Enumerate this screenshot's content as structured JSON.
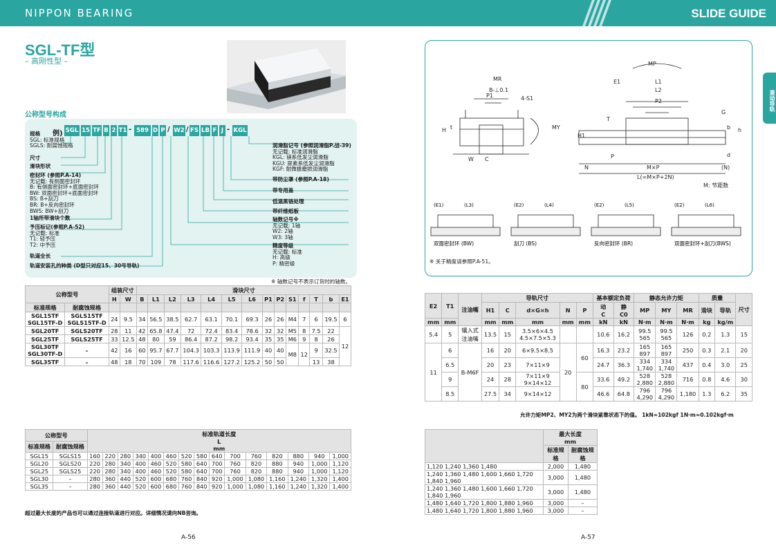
{
  "header": {
    "brand": "NIPPON BEARING",
    "section": "SLIDE GUIDE",
    "side_tab": "滚动导轨"
  },
  "page_title": "SGL-TF型",
  "page_subtitle": "– 高刚性型 –",
  "code_section": {
    "title": "公称型号构成",
    "prefix": "例)",
    "segments": [
      "SGL",
      "15",
      "TF",
      "B",
      "2",
      "T1",
      "589",
      "D",
      "P",
      "W2",
      "FS",
      "LB",
      "F",
      "J",
      "KGL"
    ],
    "separators": [
      "-",
      "/",
      "/",
      "-"
    ],
    "left_labels": [
      "规格\nSGL: 标准规格\nSGLS: 耐腐蚀规格",
      "尺寸",
      "滑块形状",
      "密封环 (参照P.A-14)\n无记载: 有侧面密封环\nB: 有侧面密封环+底面密封环\nBW: 双面密封环+底面密封环\nBS: B+刮刀\nBR: B+反向密封环\nBWS: BW+刮刀",
      "1轴所带滑块个数",
      "予压标记(参照P.A-52)\n无记载: 标准\nT1: 轻予压\nT2: 中予压",
      "轨道全长",
      "轨道安装孔的种类 (D型只对应15、30号导轨)"
    ],
    "right_labels": [
      "润滑脂记号 (参照润滑脂P.战-39)\n无记载: 标准润滑脂\nKGL: 镁系低发尘润滑脂\nKGU: 尿素系低发尘润滑脂\nKGF: 耐微振磨损润滑脂",
      "带防尘罩 (参照P.A-18)",
      "带专用盖",
      "低温黑铬处理",
      "带纤维纸板",
      "轴数记号※\n无记载: 1轴\nW2: 2轴\nW3: 3轴",
      "精度等级\n无记载: 标准\nH: 高级\nP: 精密级"
    ],
    "footnote": "※ 轴数记号不表示订货时的轴数。"
  },
  "table1": {
    "h_model": "公称型号",
    "h_std": "标准规格",
    "h_cor": "耐腐蚀规格",
    "h_asm": "组装尺寸",
    "h_block": "滑块尺寸",
    "cols": [
      "H",
      "W",
      "B",
      "L1",
      "L2",
      "L3",
      "L4",
      "L5",
      "L6",
      "P1",
      "P2",
      "S1",
      "f",
      "T",
      "b",
      "E1"
    ],
    "rows": [
      [
        "SGL15TF\nSGL15TF-D",
        "SGLS15TF\nSGLS15TF-D",
        "24",
        "9.5",
        "34",
        "56.5",
        "38.5",
        "62.7",
        "63.1",
        "70.1",
        "69.3",
        "26",
        "26",
        "M4",
        "7",
        "6",
        "19.5",
        "6"
      ],
      [
        "SGL20TF",
        "SGLS20TF",
        "28",
        "11",
        "42",
        "65.8",
        "47.4",
        "72",
        "72.4",
        "83.4",
        "78.6",
        "32",
        "32",
        "M5",
        "8",
        "7.5",
        "22",
        ""
      ],
      [
        "SGL25TF",
        "SGLS25TF",
        "33",
        "12.5",
        "48",
        "80",
        "59",
        "86.4",
        "87.2",
        "98.2",
        "93.4",
        "35",
        "35",
        "M6",
        "9",
        "8",
        "26",
        "12"
      ],
      [
        "SGL30TF\nSGL30TF-D",
        "–",
        "42",
        "16",
        "60",
        "95.7",
        "67.7",
        "104.3",
        "103.3",
        "113.9",
        "111.9",
        "40",
        "40",
        "M8",
        "12",
        "9",
        "32.5",
        ""
      ],
      [
        "SGL35TF",
        "–",
        "48",
        "18",
        "70",
        "109",
        "78",
        "117.6",
        "116.6",
        "127.2",
        "125.2",
        "50",
        "50",
        "",
        "",
        "13",
        "38",
        ""
      ]
    ]
  },
  "table2": {
    "h_rail": "导轨尺寸",
    "h_load": "基本额定负荷",
    "h_moment": "静态允许力矩",
    "h_mass": "质量",
    "h_nipple": "注油嘴",
    "h_dxgxh": "d×G×h",
    "h_dyn": "动",
    "h_stat": "静",
    "h_block": "滑块",
    "h_railm": "导轨",
    "h_size": "尺寸",
    "units": [
      "mm",
      "mm",
      "mm",
      "mm",
      "mm",
      "mm",
      "mm",
      "kN",
      "kN",
      "N·m",
      "N·m",
      "N·m",
      "kg",
      "kg/m"
    ],
    "cols": [
      "E2",
      "T1",
      "H1",
      "C",
      "N",
      "P",
      "C",
      "C0",
      "MP",
      "MY",
      "MR"
    ],
    "rows": [
      [
        "5.4",
        "5",
        "镶入式\n注油嘴",
        "13.5",
        "15",
        "3.5×6×4.5\n4.5×7.5×5.3",
        "",
        "",
        "10.6",
        "16.2",
        "99.5\n565",
        "99.5\n565",
        "126",
        "0.2",
        "1.3",
        "15"
      ],
      [
        "",
        "6",
        "",
        "16",
        "20",
        "6×9.5×8.5",
        "",
        "60",
        "16.3",
        "23.2",
        "165\n897",
        "165\n897",
        "250",
        "0.3",
        "2.1",
        "20"
      ],
      [
        "11",
        "6.5",
        "B-M6F",
        "20",
        "23",
        "7×11×9",
        "20",
        "",
        "24.7",
        "36.3",
        "334\n1,740",
        "334\n1,740",
        "437",
        "0.4",
        "3.0",
        "25"
      ],
      [
        "",
        "9",
        "",
        "24",
        "28",
        "7×11×9\n9×14×12",
        "",
        "80",
        "33.6",
        "49.2",
        "528\n2,880",
        "528\n2,880",
        "716",
        "0.8",
        "4.6",
        "30"
      ],
      [
        "",
        "8.5",
        "",
        "27.5",
        "34",
        "9×14×12",
        "",
        "",
        "46.6",
        "64.8",
        "796\n4,290",
        "796\n4,290",
        "1,180",
        "1.3",
        "6.2",
        "35"
      ]
    ],
    "footnote": "允许力矩MP2、MY2为两个滑块紧靠状态下的值。 1kN≈102kgf 1N·m≈0.102kgf·m"
  },
  "table3": {
    "h_model": "公称型号",
    "h_std": "标准规格",
    "h_cor": "耐腐蚀规格",
    "h_len": "标准轨道长度",
    "h_L": "L",
    "h_mm": "mm",
    "rows": [
      [
        "SGL15",
        "SGLS15",
        "160",
        "220",
        "280",
        "340",
        "400",
        "460",
        "520",
        "580",
        "640",
        "700",
        "760",
        "820",
        "880",
        "940",
        "1,000"
      ],
      [
        "SGL20",
        "SGLS20",
        "220",
        "280",
        "340",
        "400",
        "460",
        "520",
        "580",
        "640",
        "700",
        "760",
        "820",
        "880",
        "940",
        "1,000",
        "1,120"
      ],
      [
        "SGL25",
        "SGLS25",
        "220",
        "280",
        "340",
        "400",
        "460",
        "520",
        "580",
        "640",
        "700",
        "760",
        "820",
        "880",
        "940",
        "1,000",
        "1,120"
      ],
      [
        "SGL30",
        "–",
        "280",
        "360",
        "440",
        "520",
        "600",
        "680",
        "760",
        "840",
        "920",
        "1,000",
        "1,080",
        "1,160",
        "1,240",
        "1,320",
        "1,400"
      ],
      [
        "SGL35",
        "–",
        "280",
        "360",
        "440",
        "520",
        "600",
        "680",
        "760",
        "840",
        "920",
        "1,000",
        "1,080",
        "1,160",
        "1,240",
        "1,320",
        "1,400"
      ]
    ],
    "footnote": "超过最大长度的产品也可以通过连接轨道进行对应。详细情况请向NB咨询。"
  },
  "table4": {
    "h_max": "最大长度",
    "h_mm": "mm",
    "h_std": "标准规格",
    "h_cor": "耐腐蚀规格",
    "rows": [
      [
        "1,120 1,240 1,360 1,480",
        "2,000",
        "1,480"
      ],
      [
        "1,240 1,360 1,480 1,600 1,660 1,720 1,840 1,960",
        "3,000",
        "1,480"
      ],
      [
        "1,240 1,360 1,480 1,600 1,660 1,720 1,840 1,960",
        "3,000",
        "1,480"
      ],
      [
        "1,480 1,640 1,720 1,800 1,880 1,960",
        "3,000",
        "–"
      ],
      [
        "1,480 1,640 1,720 1,800 1,880 1,960",
        "3,000",
        "–"
      ]
    ]
  },
  "diagram": {
    "labels": [
      "MR",
      "B-⊥0.1",
      "P1",
      "4-S1",
      "MY",
      "MP",
      "E1",
      "L1",
      "L2",
      "P2",
      "G",
      "H1",
      "H",
      "T",
      "t",
      "W",
      "C",
      "N",
      "P",
      "M×P",
      "L(=M×P+2N)",
      "M: 节距数",
      "(N)",
      "d",
      "h",
      "b"
    ],
    "seal_labels": [
      "双面密封环 (BW)",
      "刮刀 (BS)",
      "反向密封环 (BR)",
      "双面密封环+刮刀(BWS)"
    ],
    "seal_dims": [
      "(E1)",
      "(L3)",
      "(E2)",
      "(L4)",
      "(E2)",
      "(L5)",
      "(E2)",
      "(L6)"
    ],
    "note": "※ 关于精度请参照P.A-51。"
  },
  "page_numbers": [
    "A-56",
    "A-57"
  ]
}
